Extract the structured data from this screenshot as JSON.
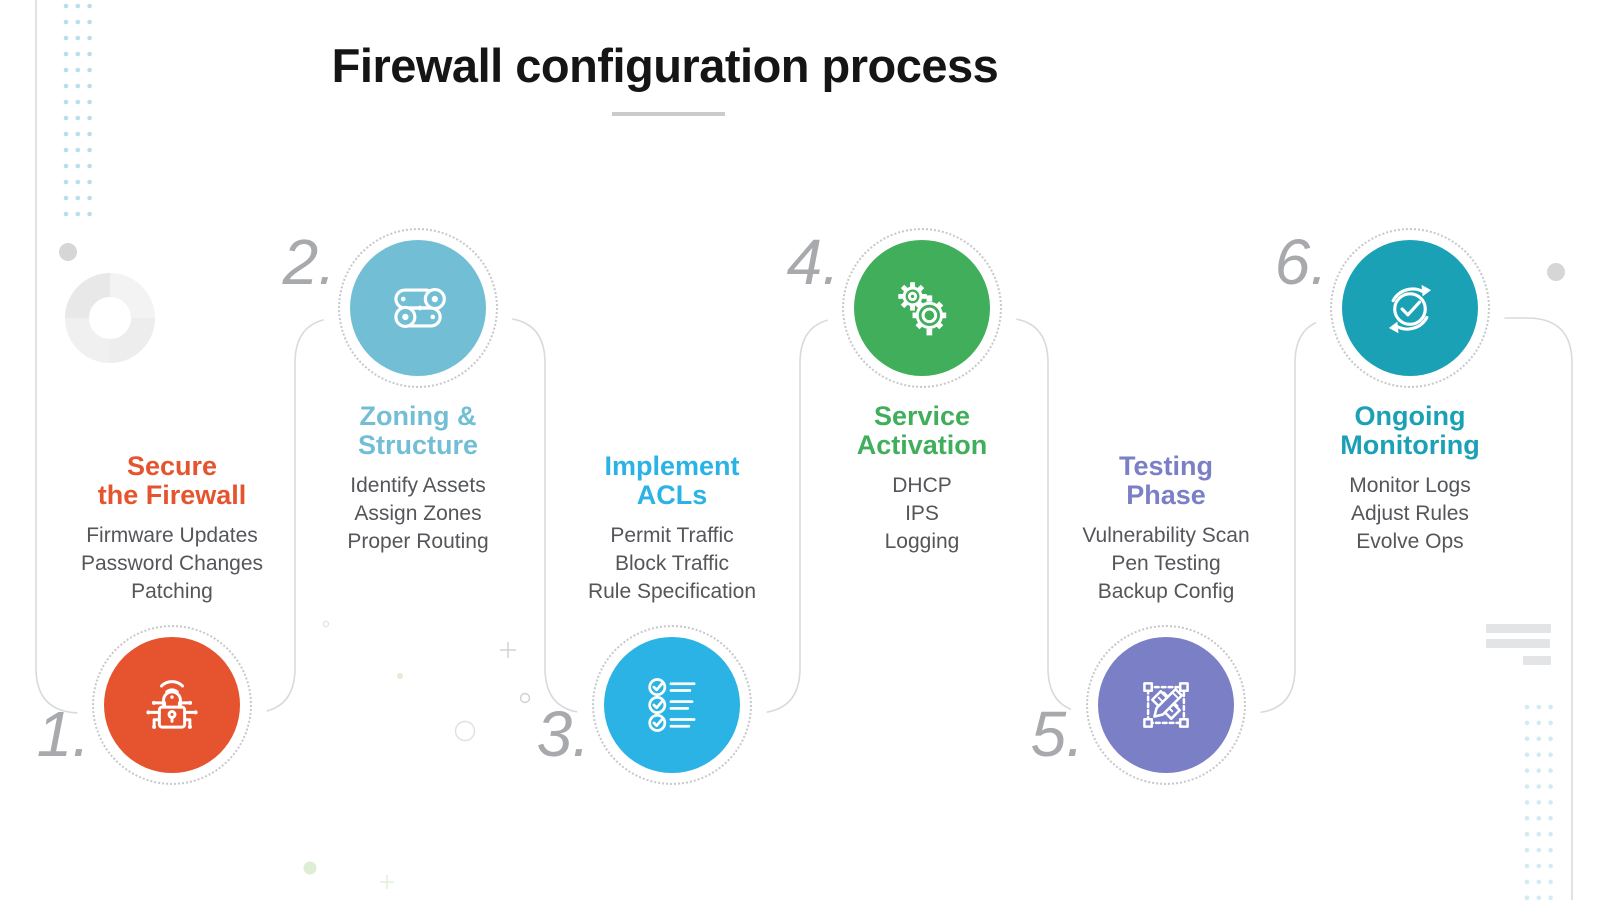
{
  "title": "Firewall configuration process",
  "steps": [
    {
      "number": "1.",
      "title": "Secure\nthe Firewall",
      "items": [
        "Firmware Updates",
        "Password Changes",
        "Patching"
      ],
      "color": "#E5542F",
      "icon": "smart-lock-icon"
    },
    {
      "number": "2.",
      "title": "Zoning &\nStructure",
      "items": [
        "Identify Assets",
        "Assign Zones",
        "Proper Routing"
      ],
      "color": "#72BFD5",
      "icon": "route-icon"
    },
    {
      "number": "3.",
      "title": "Implement\nACLs",
      "items": [
        "Permit Traffic",
        "Block Traffic",
        "Rule Specification"
      ],
      "color": "#2AB3E4",
      "icon": "checklist-icon"
    },
    {
      "number": "4.",
      "title": "Service\nActivation",
      "items": [
        "DHCP",
        "IPS",
        "Logging"
      ],
      "color": "#41AE5C",
      "icon": "gears-icon"
    },
    {
      "number": "5.",
      "title": "Testing\nPhase",
      "items": [
        "Vulnerability Scan",
        "Pen Testing",
        "Backup Config"
      ],
      "color": "#7B7FC6",
      "icon": "design-test-icon"
    },
    {
      "number": "6.",
      "title": "Ongoing\nMonitoring",
      "items": [
        "Monitor Logs",
        "Adjust Rules",
        "Evolve Ops"
      ],
      "color": "#1BA1B6",
      "icon": "refresh-check-icon"
    }
  ],
  "decor": {
    "track_color": "#D9DADC",
    "number_color": "#A7A9AC",
    "body_text_color": "#54565A",
    "title_color": "#151515",
    "underline_color": "#CBCBCB",
    "dotted_ring_color": "#C7C8CA",
    "dots_top_left": "#B9DEEB",
    "dots_bottom_right": "#D3EAF3",
    "donut_colors": [
      "#E8E8E8",
      "#F3F3F3",
      "#EDEDED",
      "#F0F0F0"
    ],
    "bars_color": "#E3E4E5",
    "gray_dot_color": "#D6D6D6"
  }
}
